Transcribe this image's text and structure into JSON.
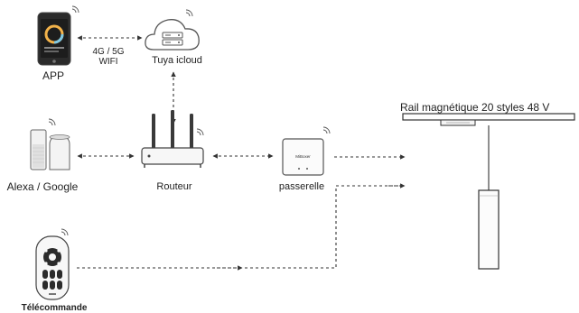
{
  "nodes": {
    "app": {
      "label": "APP"
    },
    "cloud": {
      "label": "Tuya icloud"
    },
    "alexa": {
      "label": "Alexa / Google"
    },
    "router": {
      "label": "Routeur"
    },
    "gateway": {
      "label": "passerelle",
      "brand_text": "MiBoxer"
    },
    "remote": {
      "label": "Télécommande"
    },
    "rail": {
      "label": "Rail magnétique 20 styles 48 V"
    }
  },
  "links": {
    "app_cloud": {
      "line1": "4G / 5G",
      "line2": "WIFI"
    }
  },
  "colors": {
    "line": "#333333",
    "device_dark": "#2b2b2b",
    "device_light": "#f2f2f2",
    "outline": "#555555",
    "phone_screen": "#1d1d1d",
    "phone_ring": "#f2b24a"
  }
}
